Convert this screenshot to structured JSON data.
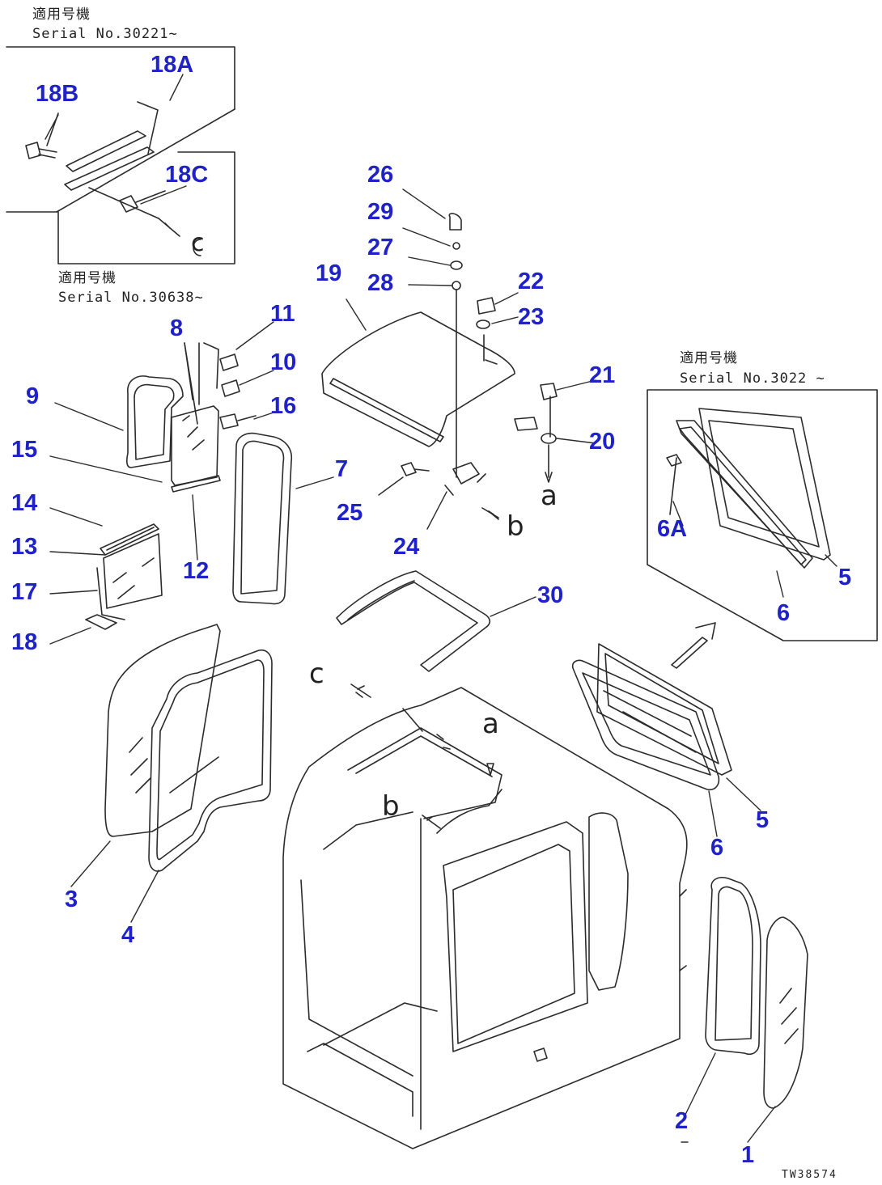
{
  "serial_notes": {
    "top_left_jp": "適用号機",
    "top_left_serial": "Serial No.30221~",
    "inset_jp": "適用号機",
    "inset_serial": "Serial No.30638~",
    "right_jp": "適用号機",
    "right_serial": "Serial No.3022 ~"
  },
  "callouts": {
    "c1": "1",
    "c2": "2",
    "c3": "3",
    "c4": "4",
    "c5a": "5",
    "c5b": "5",
    "c6a": "6",
    "c6b": "6",
    "c6A": "6A",
    "c7": "7",
    "c8": "8",
    "c9": "9",
    "c10": "10",
    "c11": "11",
    "c12": "12",
    "c13": "13",
    "c14": "14",
    "c15": "15",
    "c16": "16",
    "c17": "17",
    "c18": "18",
    "c18A": "18A",
    "c18B": "18B",
    "c18C": "18C",
    "c19": "19",
    "c20": "20",
    "c21": "21",
    "c22": "22",
    "c23": "23",
    "c24": "24",
    "c25": "25",
    "c26": "26",
    "c27": "27",
    "c28": "28",
    "c29": "29",
    "c30": "30"
  },
  "refs": {
    "a1": "a",
    "a2": "a",
    "b1": "b",
    "b2": "b",
    "c1": "c",
    "c2": "c"
  },
  "drawing_code": "TW38574"
}
